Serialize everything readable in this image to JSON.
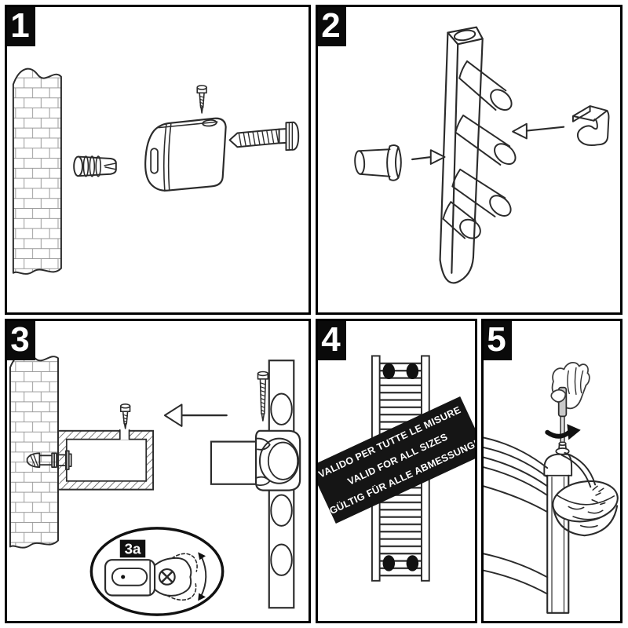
{
  "sheet": {
    "type": "installation-instructions"
  },
  "panels": {
    "p1": {
      "number": "1"
    },
    "p2": {
      "number": "2"
    },
    "p3": {
      "number": "3",
      "inset_label": "3a"
    },
    "p4": {
      "number": "4",
      "banner_lines": [
        "VALIDO PER TUTTE LE MISURE",
        "VALID FOR ALL SIZES",
        "GÜLTIG FÜR ALLE ABMESSUNGEN"
      ]
    },
    "p5": {
      "number": "5"
    }
  },
  "colors": {
    "background": "#ffffff",
    "line": "#2b2b2b",
    "panel_border": "#000000",
    "number_box_bg": "#0a0a0a",
    "number_box_text": "#ffffff",
    "banner_bg": "#151515",
    "banner_text": "#ffffff",
    "filled_black": "#111111",
    "key_shade_gray": "#c9c9c9",
    "brick_line": "#9a9a9a"
  }
}
